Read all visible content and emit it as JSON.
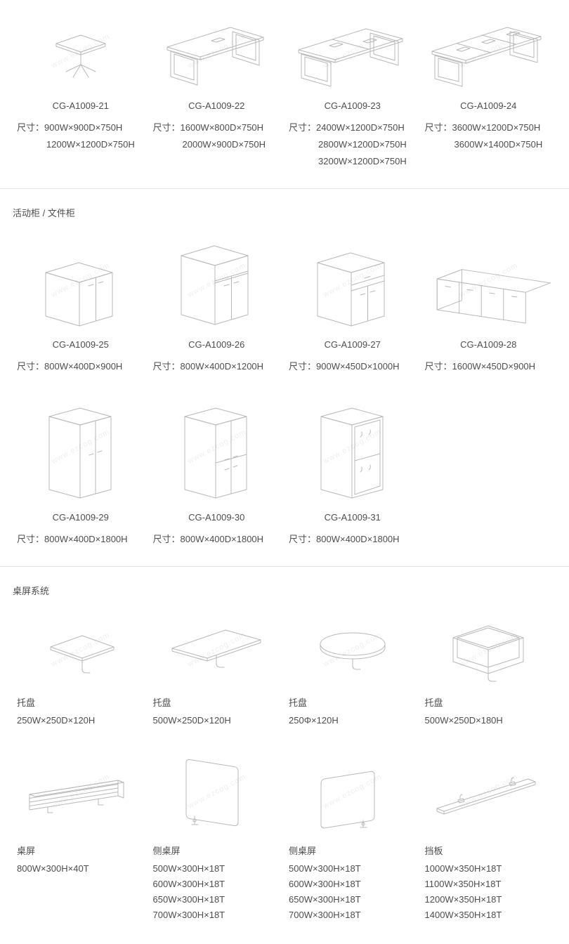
{
  "watermark": "www.ezcog.com",
  "desks": {
    "items": [
      {
        "code": "CG-A1009-21",
        "dim_prefix": "尺寸：",
        "dims": [
          "900W×900D×750H",
          "1200W×1200D×750H"
        ]
      },
      {
        "code": "CG-A1009-22",
        "dim_prefix": "尺寸：",
        "dims": [
          "1600W×800D×750H",
          "2000W×900D×750H"
        ]
      },
      {
        "code": "CG-A1009-23",
        "dim_prefix": "尺寸：",
        "dims": [
          "2400W×1200D×750H",
          "2800W×1200D×750H",
          "3200W×1200D×750H"
        ]
      },
      {
        "code": "CG-A1009-24",
        "dim_prefix": "尺寸：",
        "dims": [
          "3600W×1200D×750H",
          "3600W×1400D×750H"
        ]
      }
    ]
  },
  "cabinets": {
    "title": "活动柜 / 文件柜",
    "row1": [
      {
        "code": "CG-A1009-25",
        "dim_prefix": "尺寸：",
        "dims": [
          "800W×400D×900H"
        ]
      },
      {
        "code": "CG-A1009-26",
        "dim_prefix": "尺寸：",
        "dims": [
          "800W×400D×1200H"
        ]
      },
      {
        "code": "CG-A1009-27",
        "dim_prefix": "尺寸：",
        "dims": [
          "900W×450D×1000H"
        ]
      },
      {
        "code": "CG-A1009-28",
        "dim_prefix": "尺寸：",
        "dims": [
          "1600W×450D×900H"
        ]
      }
    ],
    "row2": [
      {
        "code": "CG-A1009-29",
        "dim_prefix": "尺寸：",
        "dims": [
          "800W×400D×1800H"
        ]
      },
      {
        "code": "CG-A1009-30",
        "dim_prefix": "尺寸：",
        "dims": [
          "800W×400D×1800H"
        ]
      },
      {
        "code": "CG-A1009-31",
        "dim_prefix": "尺寸：",
        "dims": [
          "800W×400D×1800H"
        ]
      }
    ]
  },
  "screens": {
    "title": "桌屏系统",
    "trays": [
      {
        "label": "托盘",
        "dims": [
          "250W×250D×120H"
        ]
      },
      {
        "label": "托盘",
        "dims": [
          "500W×250D×120H"
        ]
      },
      {
        "label": "托盘",
        "dims": [
          "250Φ×120H"
        ]
      },
      {
        "label": "托盘",
        "dims": [
          "500W×250D×180H"
        ]
      }
    ],
    "panels": [
      {
        "label": "桌屏",
        "dims": [
          "800W×300H×40T"
        ]
      },
      {
        "label": "侧桌屏",
        "dims": [
          "500W×300H×18T",
          "600W×300H×18T",
          "650W×300H×18T",
          "700W×300H×18T"
        ]
      },
      {
        "label": "侧桌屏",
        "dims": [
          "500W×300H×18T",
          "600W×300H×18T",
          "650W×300H×18T",
          "700W×300H×18T"
        ]
      },
      {
        "label": "挡板",
        "dims": [
          "1000W×350H×18T",
          "1100W×350H×18T",
          "1200W×350H×18T",
          "1400W×350H×18T"
        ]
      }
    ]
  }
}
